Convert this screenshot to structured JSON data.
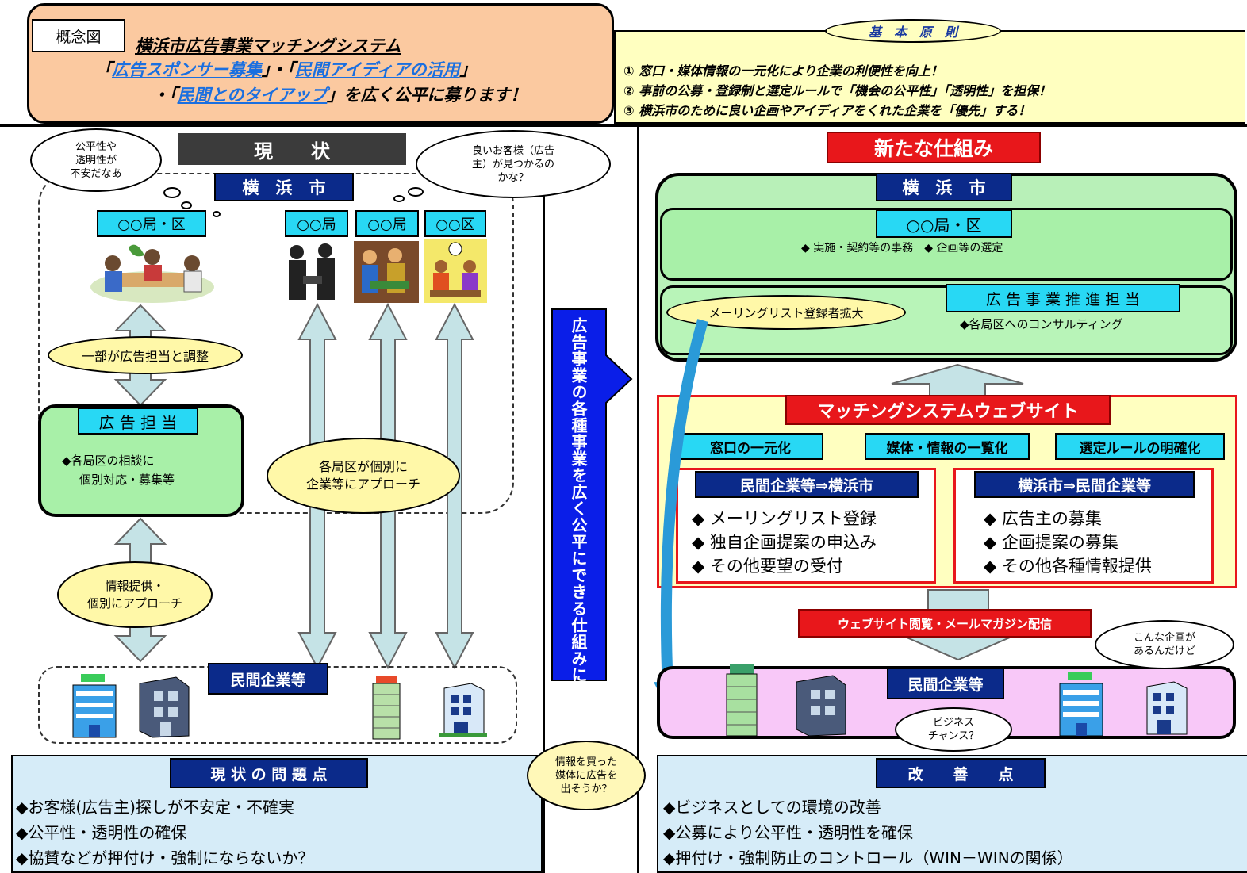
{
  "header": {
    "tag": "概念図",
    "title": "横浜市広告事業マッチングシステム",
    "sub1a": "「",
    "sub1b": "広告スポンサー募集",
    "sub1c": "」・「",
    "sub1d": "民間アイディアの活用",
    "sub1e": "」",
    "sub2a": "・「",
    "sub2b": "民間とのタイアップ",
    "sub2c": "」を広く公平に募ります！"
  },
  "principles": {
    "title": "基　本　原　則",
    "items": [
      "① 窓口・媒体情報の一元化により企業の利便性を向上！",
      "② 事前の公募・登録制と選定ルールで「機会の公平性」「透明性」を担保！",
      "③ 横浜市のために良い企画やアイディアをくれた企業を「優先」する！"
    ]
  },
  "current": {
    "heading": "現　　状",
    "city": "横　浜　市",
    "bureau_a": "○○局・区",
    "bureau_b": "○○局",
    "bureau_c": "○○局",
    "bureau_d": "○○区",
    "adjust": "一部が広告担当と調整",
    "ad_staff_title": "広 告 担 当",
    "ad_staff_line1": "◆各局区の相談に",
    "ad_staff_line2": "個別対応・募集等",
    "approach_line1": "各局区が個別に",
    "approach_line2": "企業等にアプローチ",
    "info_line1": "情報提供・",
    "info_line2": "個別にアプローチ",
    "companies": "民間企業等",
    "cloud_fair": [
      "公平性や",
      "透明性が",
      "不安だなあ"
    ],
    "cloud_customer": [
      "良いお客様（広告",
      "主）が見つかるの",
      "かな？"
    ]
  },
  "problems": {
    "title": "現 状 の 問 題 点",
    "items": [
      "◆お客様(広告主)探しが不安定・不確実",
      "◆公平性・透明性の確保",
      "◆協賛などが押付け・強制にならないか？"
    ]
  },
  "center": {
    "vertical_text": "広告事業の各種事業を広く公平にできる仕組みに",
    "cloud_buy": [
      "情報を買った",
      "媒体に広告を",
      "出そうか？"
    ]
  },
  "new_system": {
    "heading": "新たな仕組み",
    "city": "横　浜　市",
    "bureau": "○○局・区",
    "bureau_tasks": "◆ 実施・契約等の事務　◆ 企画等の選定",
    "mailing_expand": "メーリングリスト登録者拡大",
    "promo_title": "広 告 事 業 推 進 担 当",
    "promo_line": "◆各局区へのコンサルティング",
    "website_title": "マッチングシステムウェブサイト",
    "feature_1": "窓口の一元化",
    "feature_2": "媒体・情報の一覧化",
    "feature_3": "選定ルールの明確化",
    "left_box_title": "民間企業等⇒横浜市",
    "left_items": [
      "◆ メーリングリスト登録",
      "◆ 独自企画提案の申込み",
      "◆ その他要望の受付"
    ],
    "right_box_title": "横浜市⇒民間企業等",
    "right_items": [
      "◆ 広告主の募集",
      "◆ 企画提案の募集",
      "◆ その他各種情報提供"
    ],
    "browse_label": "ウェブサイト閲覧・メールマガジン配信",
    "companies": "民間企業等",
    "cloud_plan": [
      "こんな企画が",
      "あるんだけど"
    ],
    "cloud_business": [
      "ビジネス",
      "チャンス？"
    ]
  },
  "improvements": {
    "title": "改　　善　　点",
    "items": [
      "◆ビジネスとしての環境の改善",
      "◆公募により公平性・透明性を確保",
      "◆押付け・強制防止のコントロール（WIN－WINの関係）"
    ]
  },
  "colors": {
    "header_bg": "#fbc9a0",
    "principles_bg": "#ffffc0",
    "navy": "#0b2a8a",
    "cyan": "#28d8f4",
    "green": "#a8f0a8",
    "red": "#e8171b",
    "arrow": "#c5e3e6",
    "pink": "#f8c8f8",
    "lightblue": "#d6ecf8"
  }
}
